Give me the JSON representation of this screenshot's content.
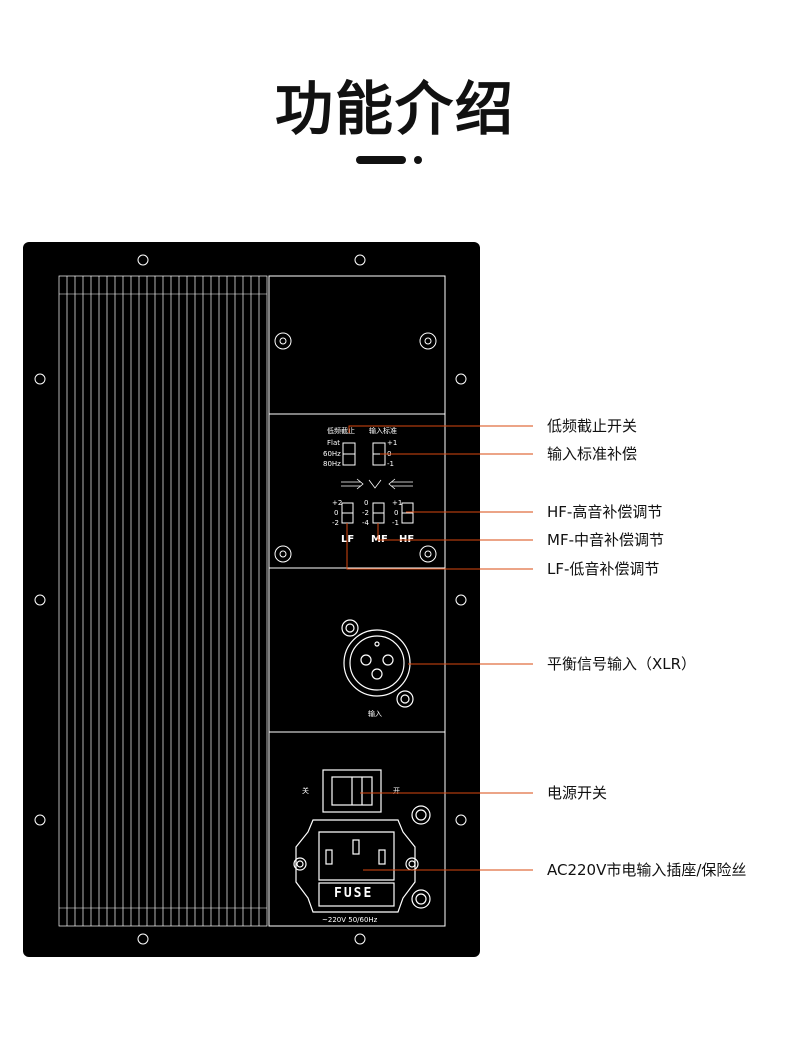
{
  "header": {
    "title": "功能介绍"
  },
  "panel": {
    "labels": {
      "lowcut": "低频截止",
      "input_std": "输入标准",
      "flat": "Flat",
      "hz60": "60Hz",
      "hz80": "80Hz",
      "plus1": "+1",
      "zero": "0",
      "minus1": "-1",
      "plus2": "+2",
      "minus2": "-2",
      "minus4": "-4",
      "lf": "LF",
      "mf": "MF",
      "hf": "HF",
      "input": "输入",
      "off": "关",
      "on": "开",
      "fuse": "FUSE",
      "voltage": "~220V  50/60Hz"
    }
  },
  "callouts": [
    {
      "label": "低频截止开关"
    },
    {
      "label": "输入标准补偿"
    },
    {
      "label": "HF-高音补偿调节"
    },
    {
      "label": "MF-中音补偿调节"
    },
    {
      "label": "LF-低音补偿调节"
    },
    {
      "label": "平衡信号输入（XLR）"
    },
    {
      "label": "电源开关"
    },
    {
      "label": "AC220V市电输入插座/保险丝"
    }
  ],
  "colors": {
    "panel": "#000000",
    "panel_lines": "#ffffff",
    "callout_line": "#d9480f",
    "text": "#111111"
  }
}
